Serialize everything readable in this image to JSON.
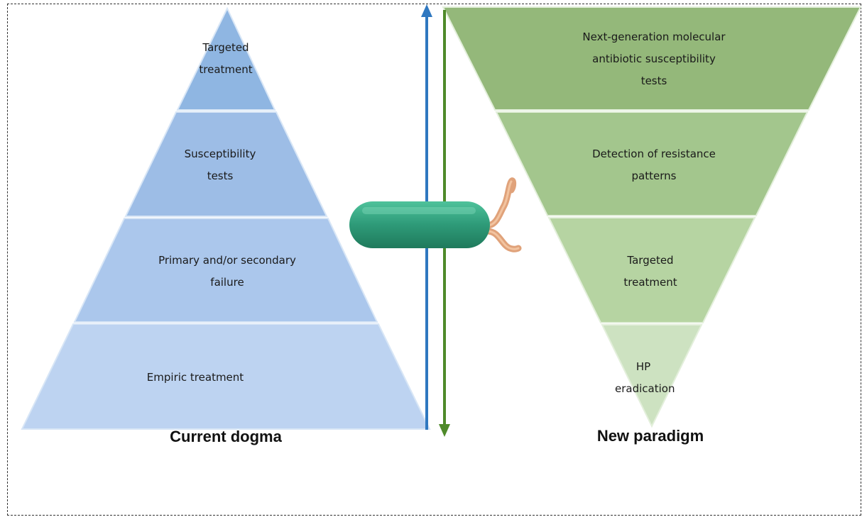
{
  "current_dogma": {
    "caption": "Current dogma",
    "tiers": [
      {
        "label": "Targeted\ntreatment"
      },
      {
        "label": "Susceptibility\ntests"
      },
      {
        "label": "Primary and/or secondary\nfailure"
      },
      {
        "label": "Empiric treatment"
      }
    ],
    "arrow_direction": "up"
  },
  "new_paradigm": {
    "caption": "New paradigm",
    "tiers": [
      {
        "label": "Next-generation molecular\nantibiotic susceptibility\ntests"
      },
      {
        "label": "Detection of resistance\npatterns"
      },
      {
        "label": "Targeted\ntreatment"
      },
      {
        "label": "HP\neradication"
      }
    ],
    "arrow_direction": "down"
  },
  "colors": {
    "pyramid_tiers": [
      "#8fb6e2",
      "#9dbde6",
      "#abc7ec",
      "#bdd3f1"
    ],
    "funnel_tiers": [
      "#94b87a",
      "#a3c68d",
      "#b6d4a2",
      "#cde2c1"
    ],
    "blue_arrow": "#2f78c0",
    "green_arrow": "#4f8a2a",
    "bacterium_body": "#2e9a78",
    "flagellum": "#e0a27a"
  }
}
